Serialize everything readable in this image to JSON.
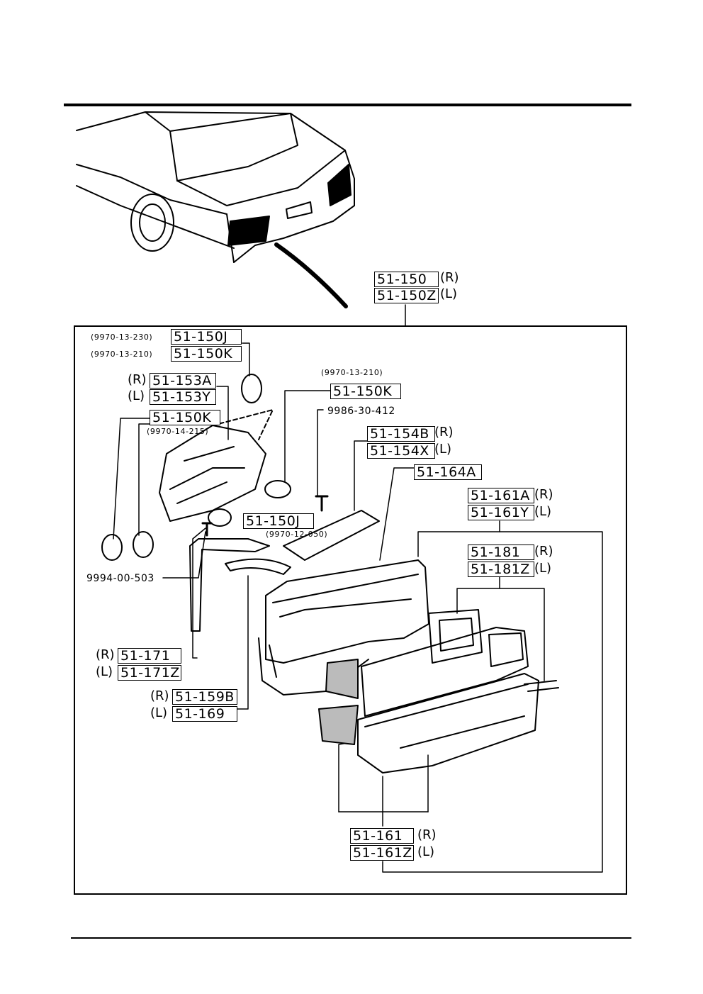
{
  "assembly": {
    "pn_r": "51-150",
    "pn_l": "51-150Z",
    "side_r": "(R)",
    "side_l": "(L)"
  },
  "bulbs": {
    "stop_pn": "51-150J",
    "stop_code": "(9970-13-230)",
    "turn_pn": "51-150K",
    "turn_code": "(9970-13-210)",
    "turn2_code": "(9970-13-210)",
    "turn2_pn": "51-150K",
    "tail_pn": "51-150J",
    "tail_code": "(9970-12-050)",
    "rear_pn": "51-150K",
    "rear_code": "(9970-14-215)"
  },
  "socket": {
    "side_r": "(R)",
    "side_l": "(L)",
    "pn_r": "51-153A",
    "pn_l": "51-153Y"
  },
  "screws": {
    "upper": "9986-30-412",
    "lower": "9994-00-503"
  },
  "reflector": {
    "pn_r": "51-154B",
    "pn_l": "51-154X",
    "side_r": "(R)",
    "side_l": "(L)"
  },
  "housing": {
    "pn": "51-164A"
  },
  "lens": {
    "pn_r": "51-161A",
    "pn_l": "51-161Y",
    "side_r": "(R)",
    "side_l": "(L)"
  },
  "reflex": {
    "pn_r": "51-181",
    "pn_l": "51-181Z",
    "side_r": "(R)",
    "side_l": "(L)"
  },
  "gasket": {
    "side_r": "(R)",
    "side_l": "(L)",
    "pn_r": "51-171",
    "pn_l": "51-171Z"
  },
  "seal": {
    "side_r": "(R)",
    "side_l": "(L)",
    "pn_r": "51-159B",
    "pn_l": "51-169"
  },
  "outer_lens": {
    "pn_r": "51-161",
    "pn_l": "51-161Z",
    "side_r": "(R)",
    "side_l": "(L)"
  }
}
